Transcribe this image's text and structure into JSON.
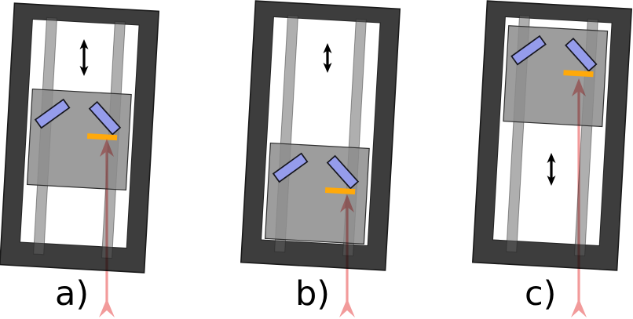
{
  "figure": {
    "type": "schematic-diagram",
    "subject": "motorized-linear-translation-stage-with-retroreflector-mirrors-and-laser-beam",
    "panels": [
      {
        "id": "a",
        "label": "a)",
        "carriage_position": "middle"
      },
      {
        "id": "b",
        "label": "b)",
        "carriage_position": "bottom"
      },
      {
        "id": "c",
        "label": "c)",
        "carriage_position": "top"
      }
    ],
    "icons": [
      "double-headed-motion-arrow-icon",
      "laser-beam-arrow-icon"
    ],
    "colors": {
      "page_bg": "#ffffff",
      "frame": "#3d3d3d",
      "frame_stroke": "#191919",
      "window": "#ffffff",
      "rail": "rgba(95,95,95,0.5)",
      "rail_stroke": "rgba(35,35,35,0.45)",
      "carriage": "rgba(140,140,140,0.85)",
      "carriage_stroke": "#2e2e2e",
      "mirror": "#959CEB",
      "mirror_stroke": "#16161e",
      "amber": "#FFA90A",
      "beam": "#F29B9B",
      "arrow": "#000000",
      "label": "#000000"
    }
  }
}
